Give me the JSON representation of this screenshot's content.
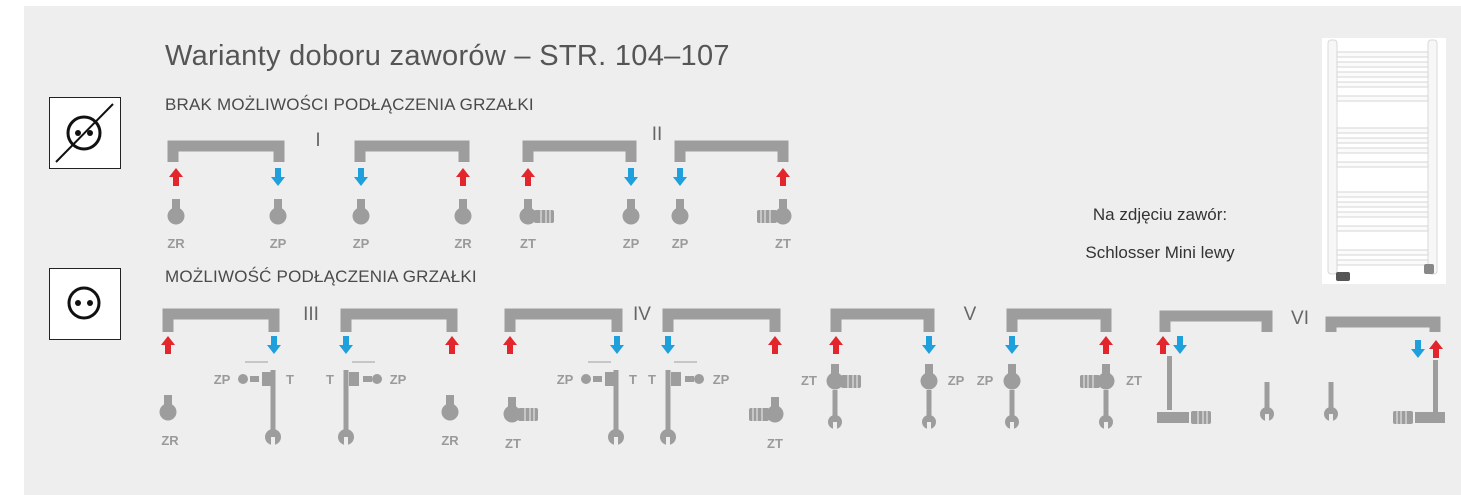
{
  "title": "Warianty doboru zaworów – STR. 104–107",
  "section_no_heater": {
    "label": "BRAK MOŻLIWOŚCI PODŁĄCZENIA GRZAŁKI",
    "icon": "no-heater-icon"
  },
  "section_heater": {
    "label": "MOŻLIWOŚĆ PODŁĄCZENIA GRZAŁKI",
    "icon": "socket-icon"
  },
  "note": {
    "line1": "Na zdjęciu zawór:",
    "line2": "Schlosser Mini lewy"
  },
  "variants": {
    "I": "I",
    "II": "II",
    "III": "III",
    "IV": "IV",
    "V": "V",
    "VI": "VI"
  },
  "labels": {
    "ZR": "ZR",
    "ZP": "ZP",
    "ZT": "ZT",
    "T": "T"
  },
  "colors": {
    "supply_arrow": "#e3262b",
    "return_arrow": "#1ea0dc",
    "pipe": "#9d9d9d",
    "background": "#eeeeee"
  }
}
